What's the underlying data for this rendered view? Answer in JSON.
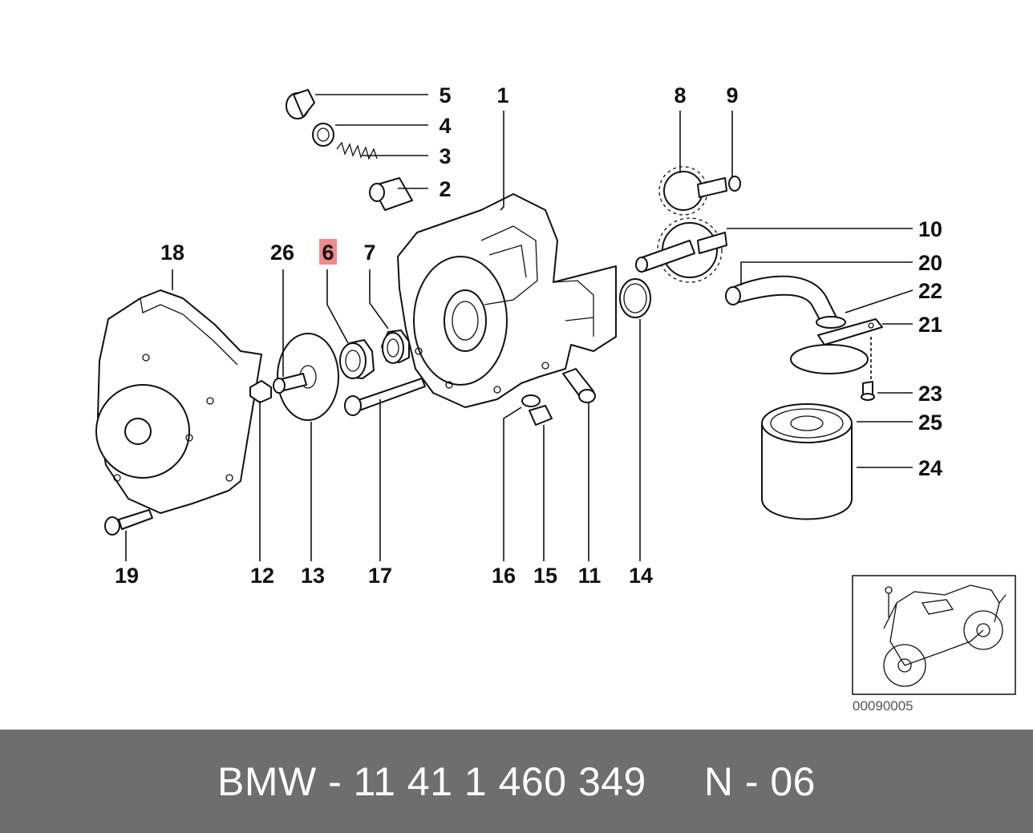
{
  "diagram": {
    "callouts": [
      "1",
      "2",
      "3",
      "4",
      "5",
      "6",
      "7",
      "8",
      "9",
      "10",
      "11",
      "12",
      "13",
      "14",
      "15",
      "16",
      "17",
      "18",
      "19",
      "20",
      "21",
      "22",
      "23",
      "24",
      "25",
      "26"
    ],
    "highlighted_callout": "6",
    "highlight_color": "#f08a8a",
    "reference_code": "00090005",
    "inset_icon": "motorcycle-thumbnail-icon"
  },
  "footer": {
    "text": "BMW - 11 41 1 460 349     N - 06",
    "background_color": "#6e6e6e",
    "text_color": "#ffffff"
  }
}
